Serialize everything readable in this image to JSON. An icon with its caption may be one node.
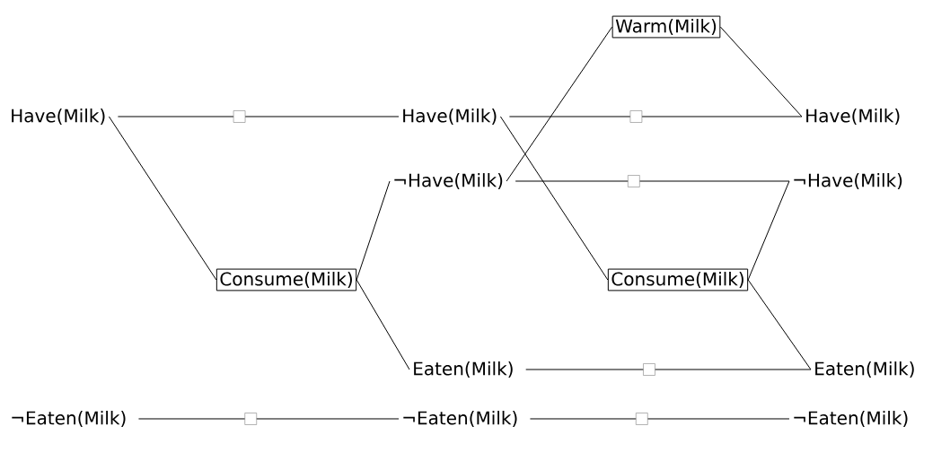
{
  "diagram": {
    "nodes": [
      {
        "text": [
          "Have(Milk)"
        ]
      },
      {
        "text": [
          "¬Eaten(Milk)"
        ]
      },
      {
        "text": [
          "Consume(Milk)"
        ]
      },
      {
        "text": [
          "Have(Milk)"
        ]
      },
      {
        "text": [
          "¬Have(Milk)"
        ]
      },
      {
        "text": [
          "Eaten(Milk)"
        ]
      },
      {
        "text": [
          "¬Eaten(Milk)"
        ]
      },
      {
        "text": [
          "Warm(Milk)"
        ]
      },
      {
        "text": [
          "Consume(Milk)"
        ]
      },
      {
        "text": [
          "Have(Milk)"
        ]
      },
      {
        "text": [
          "¬Have(Milk)"
        ]
      },
      {
        "text": [
          "Eaten(Milk)"
        ]
      },
      {
        "text": [
          "¬Eaten(Milk)"
        ]
      }
    ],
    "edges": [
      {
        "from": 0,
        "to": 3,
        "arrow": "none"
      },
      {
        "from": 0,
        "to": 2,
        "arrow": "none"
      },
      {
        "from": 2,
        "to": 4,
        "arrow": "none"
      },
      {
        "from": 2,
        "to": 5,
        "arrow": "none"
      },
      {
        "from": 1,
        "to": 6,
        "arrow": "none"
      },
      {
        "from": 3,
        "to": 9,
        "arrow": "none"
      },
      {
        "from": 3,
        "to": 8,
        "arrow": "none"
      },
      {
        "from": 4,
        "to": 7,
        "arrow": "none"
      },
      {
        "from": 7,
        "to": 9,
        "arrow": "none"
      },
      {
        "from": 4,
        "to": 10,
        "arrow": "none"
      },
      {
        "from": 8,
        "to": 10,
        "arrow": "none"
      },
      {
        "from": 8,
        "to": 11,
        "arrow": "none"
      },
      {
        "from": 5,
        "to": 11,
        "arrow": "none"
      },
      {
        "from": 6,
        "to": 12,
        "arrow": "none"
      }
    ]
  }
}
